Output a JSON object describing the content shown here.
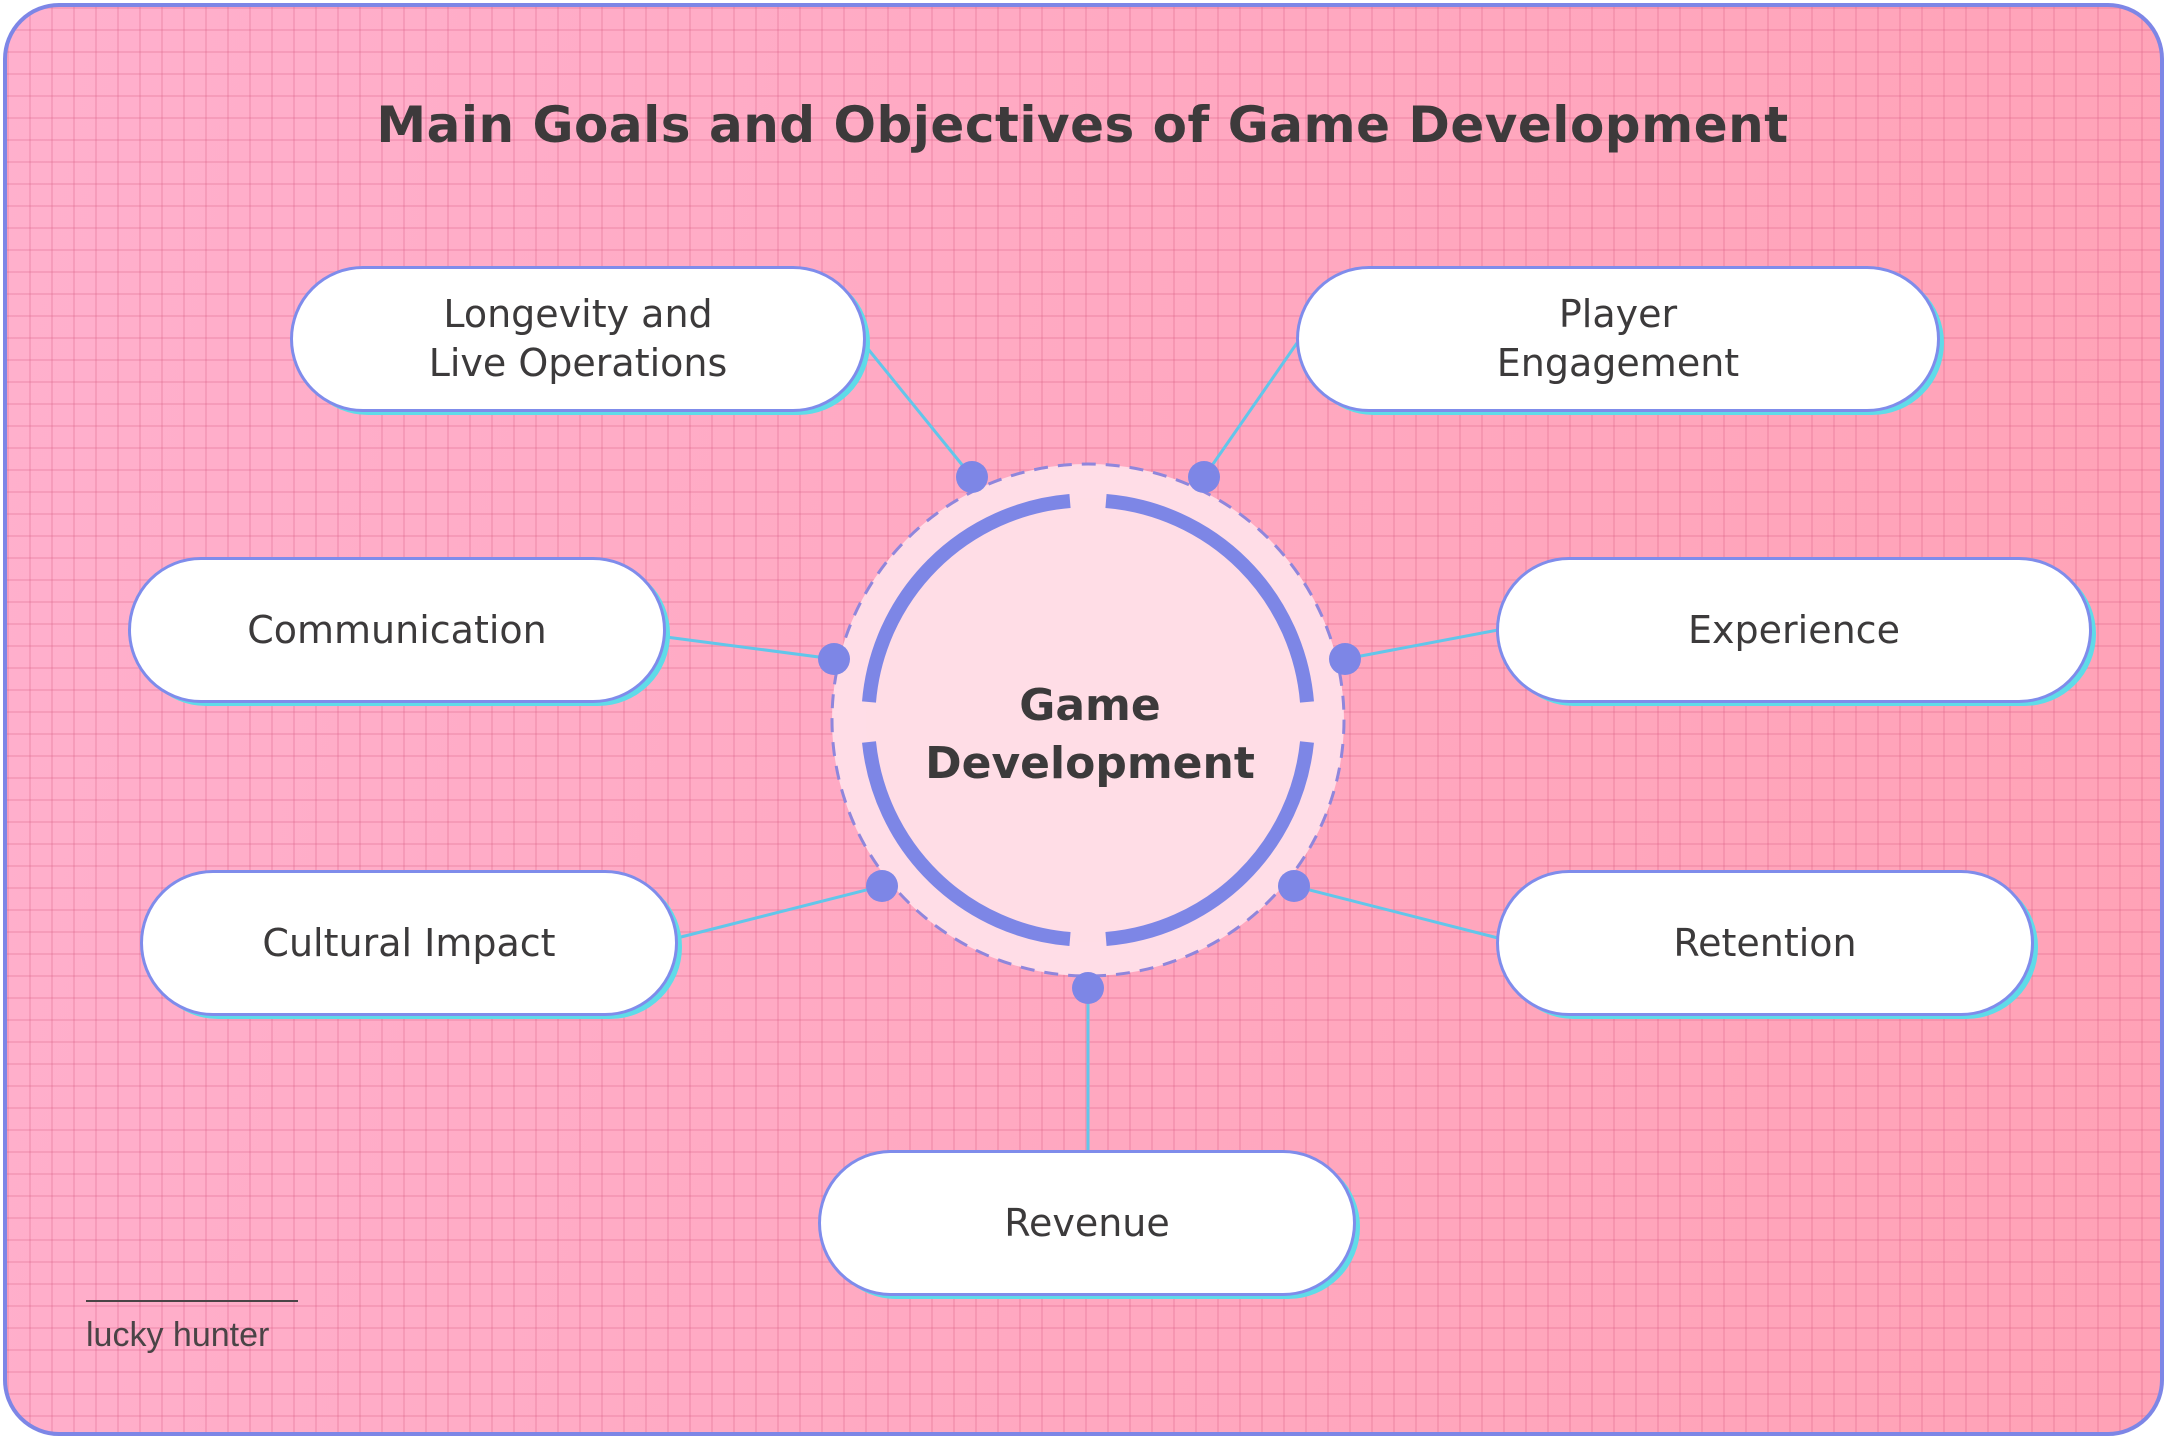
{
  "title": "Main Goals and Objectives of Game Development",
  "center": {
    "label": "Game\nDevelopment"
  },
  "nodes": [
    {
      "id": "longevity",
      "label": "Longevity and\nLive Operations"
    },
    {
      "id": "player-engagement",
      "label": "Player\nEngagement"
    },
    {
      "id": "communication",
      "label": "Communication"
    },
    {
      "id": "experience",
      "label": "Experience"
    },
    {
      "id": "cultural-impact",
      "label": "Cultural Impact"
    },
    {
      "id": "retention",
      "label": "Retention"
    },
    {
      "id": "revenue",
      "label": "Revenue"
    }
  ],
  "brand": "lucky hunter",
  "colors": {
    "accent": "#7d86e6",
    "highlight": "#5fdbe8",
    "background": "#ffa9c4",
    "text": "#3c3a3b"
  }
}
